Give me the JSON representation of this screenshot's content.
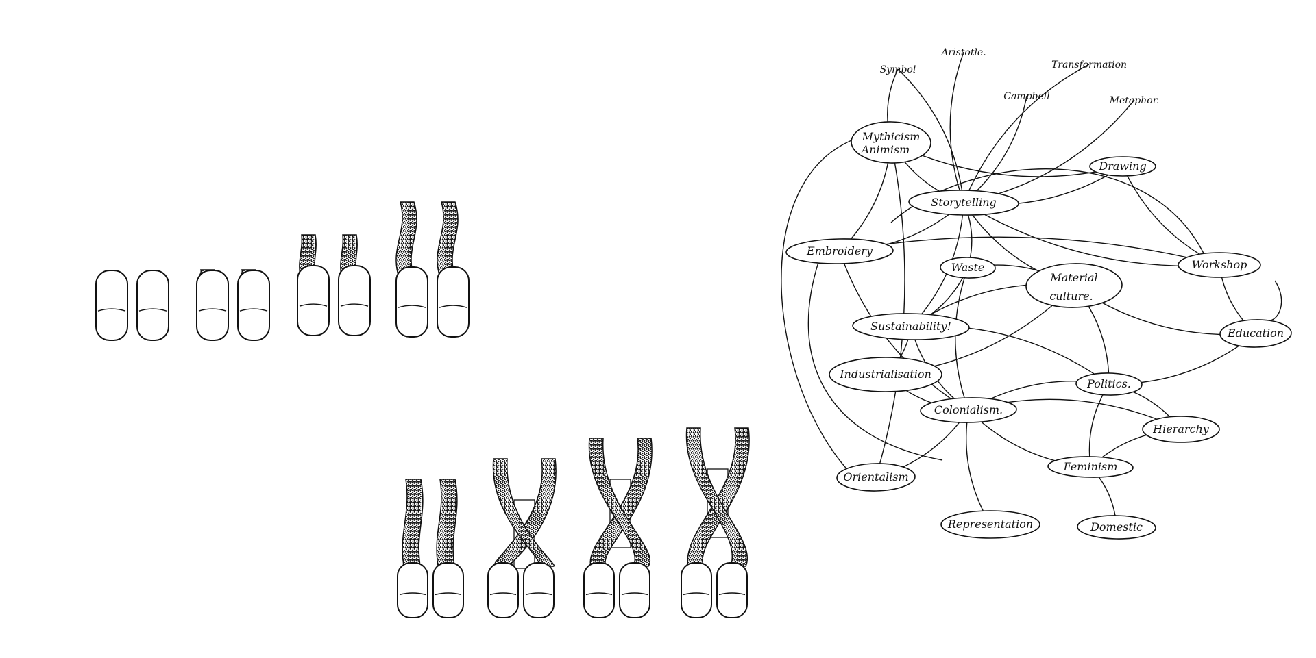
{
  "colors": {
    "ink": "#111111",
    "paper": "#ffffff"
  },
  "mindmap": {
    "nodes": [
      {
        "id": "symbol",
        "label": "Symbol",
        "ellipse": false
      },
      {
        "id": "aristotle",
        "label": "Aristotle.",
        "ellipse": false
      },
      {
        "id": "transformation",
        "label": "Transformation",
        "ellipse": false
      },
      {
        "id": "campbell",
        "label": "Campbell",
        "ellipse": false
      },
      {
        "id": "metaphor",
        "label": "Metaphor.",
        "ellipse": false
      },
      {
        "id": "mythicism",
        "label": "Mythicism",
        "ellipse": true
      },
      {
        "id": "animism",
        "label": "Animism",
        "ellipse": false
      },
      {
        "id": "drawing",
        "label": "Drawing",
        "ellipse": true
      },
      {
        "id": "storytelling",
        "label": "Storytelling",
        "ellipse": true
      },
      {
        "id": "embroidery",
        "label": "Embroidery",
        "ellipse": true
      },
      {
        "id": "workshop",
        "label": "Workshop",
        "ellipse": true
      },
      {
        "id": "waste",
        "label": "Waste",
        "ellipse": true
      },
      {
        "id": "material",
        "label": "Material",
        "ellipse": true
      },
      {
        "id": "culture",
        "label": "culture.",
        "ellipse": false
      },
      {
        "id": "sustainability",
        "label": "Sustainability!",
        "ellipse": true
      },
      {
        "id": "education",
        "label": "Education",
        "ellipse": true
      },
      {
        "id": "industrialisation",
        "label": "Industrialisation",
        "ellipse": true
      },
      {
        "id": "politics",
        "label": "Politics.",
        "ellipse": true
      },
      {
        "id": "colonialism",
        "label": "Colonialism.",
        "ellipse": true
      },
      {
        "id": "hierarchy",
        "label": "Hierarchy",
        "ellipse": true
      },
      {
        "id": "feminism",
        "label": "Feminism",
        "ellipse": true
      },
      {
        "id": "orientalism",
        "label": "Orientalism",
        "ellipse": true
      },
      {
        "id": "representation",
        "label": "Representation",
        "ellipse": true
      },
      {
        "id": "domestic",
        "label": "Domestic",
        "ellipse": true
      }
    ],
    "edges": [
      [
        "symbol",
        "mythicism"
      ],
      [
        "symbol",
        "storytelling"
      ],
      [
        "aristotle",
        "storytelling"
      ],
      [
        "campbell",
        "storytelling"
      ],
      [
        "transformation",
        "storytelling"
      ],
      [
        "metaphor",
        "storytelling"
      ],
      [
        "mythicism",
        "storytelling"
      ],
      [
        "mythicism",
        "embroidery"
      ],
      [
        "mythicism",
        "drawing"
      ],
      [
        "mythicism",
        "orientalism"
      ],
      [
        "storytelling",
        "drawing"
      ],
      [
        "storytelling",
        "embroidery"
      ],
      [
        "storytelling",
        "workshop"
      ],
      [
        "storytelling",
        "waste"
      ],
      [
        "storytelling",
        "material"
      ],
      [
        "storytelling",
        "sustainability"
      ],
      [
        "drawing",
        "workshop"
      ],
      [
        "embroidery",
        "workshop"
      ],
      [
        "embroidery",
        "colonialism"
      ],
      [
        "waste",
        "material"
      ],
      [
        "waste",
        "colonialism"
      ],
      [
        "waste",
        "sustainability"
      ],
      [
        "material",
        "sustainability"
      ],
      [
        "material",
        "industrialisation"
      ],
      [
        "material",
        "education"
      ],
      [
        "material",
        "politics"
      ],
      [
        "workshop",
        "education"
      ],
      [
        "sustainability",
        "politics"
      ],
      [
        "sustainability",
        "colonialism"
      ],
      [
        "sustainability",
        "industrialisation"
      ],
      [
        "industrialisation",
        "colonialism"
      ],
      [
        "education",
        "politics"
      ],
      [
        "politics",
        "colonialism"
      ],
      [
        "politics",
        "hierarchy"
      ],
      [
        "politics",
        "feminism"
      ],
      [
        "colonialism",
        "hierarchy"
      ],
      [
        "colonialism",
        "feminism"
      ],
      [
        "colonialism",
        "orientalism"
      ],
      [
        "colonialism",
        "representation"
      ],
      [
        "feminism",
        "domestic"
      ],
      [
        "hierarchy",
        "feminism"
      ]
    ]
  },
  "sketches": {
    "row1": [
      {
        "stage": 1
      },
      {
        "stage": 2
      },
      {
        "stage": 3
      },
      {
        "stage": 4
      }
    ],
    "row2": [
      {
        "stage": 5
      },
      {
        "stage": 6
      },
      {
        "stage": 7
      },
      {
        "stage": 8
      }
    ]
  }
}
